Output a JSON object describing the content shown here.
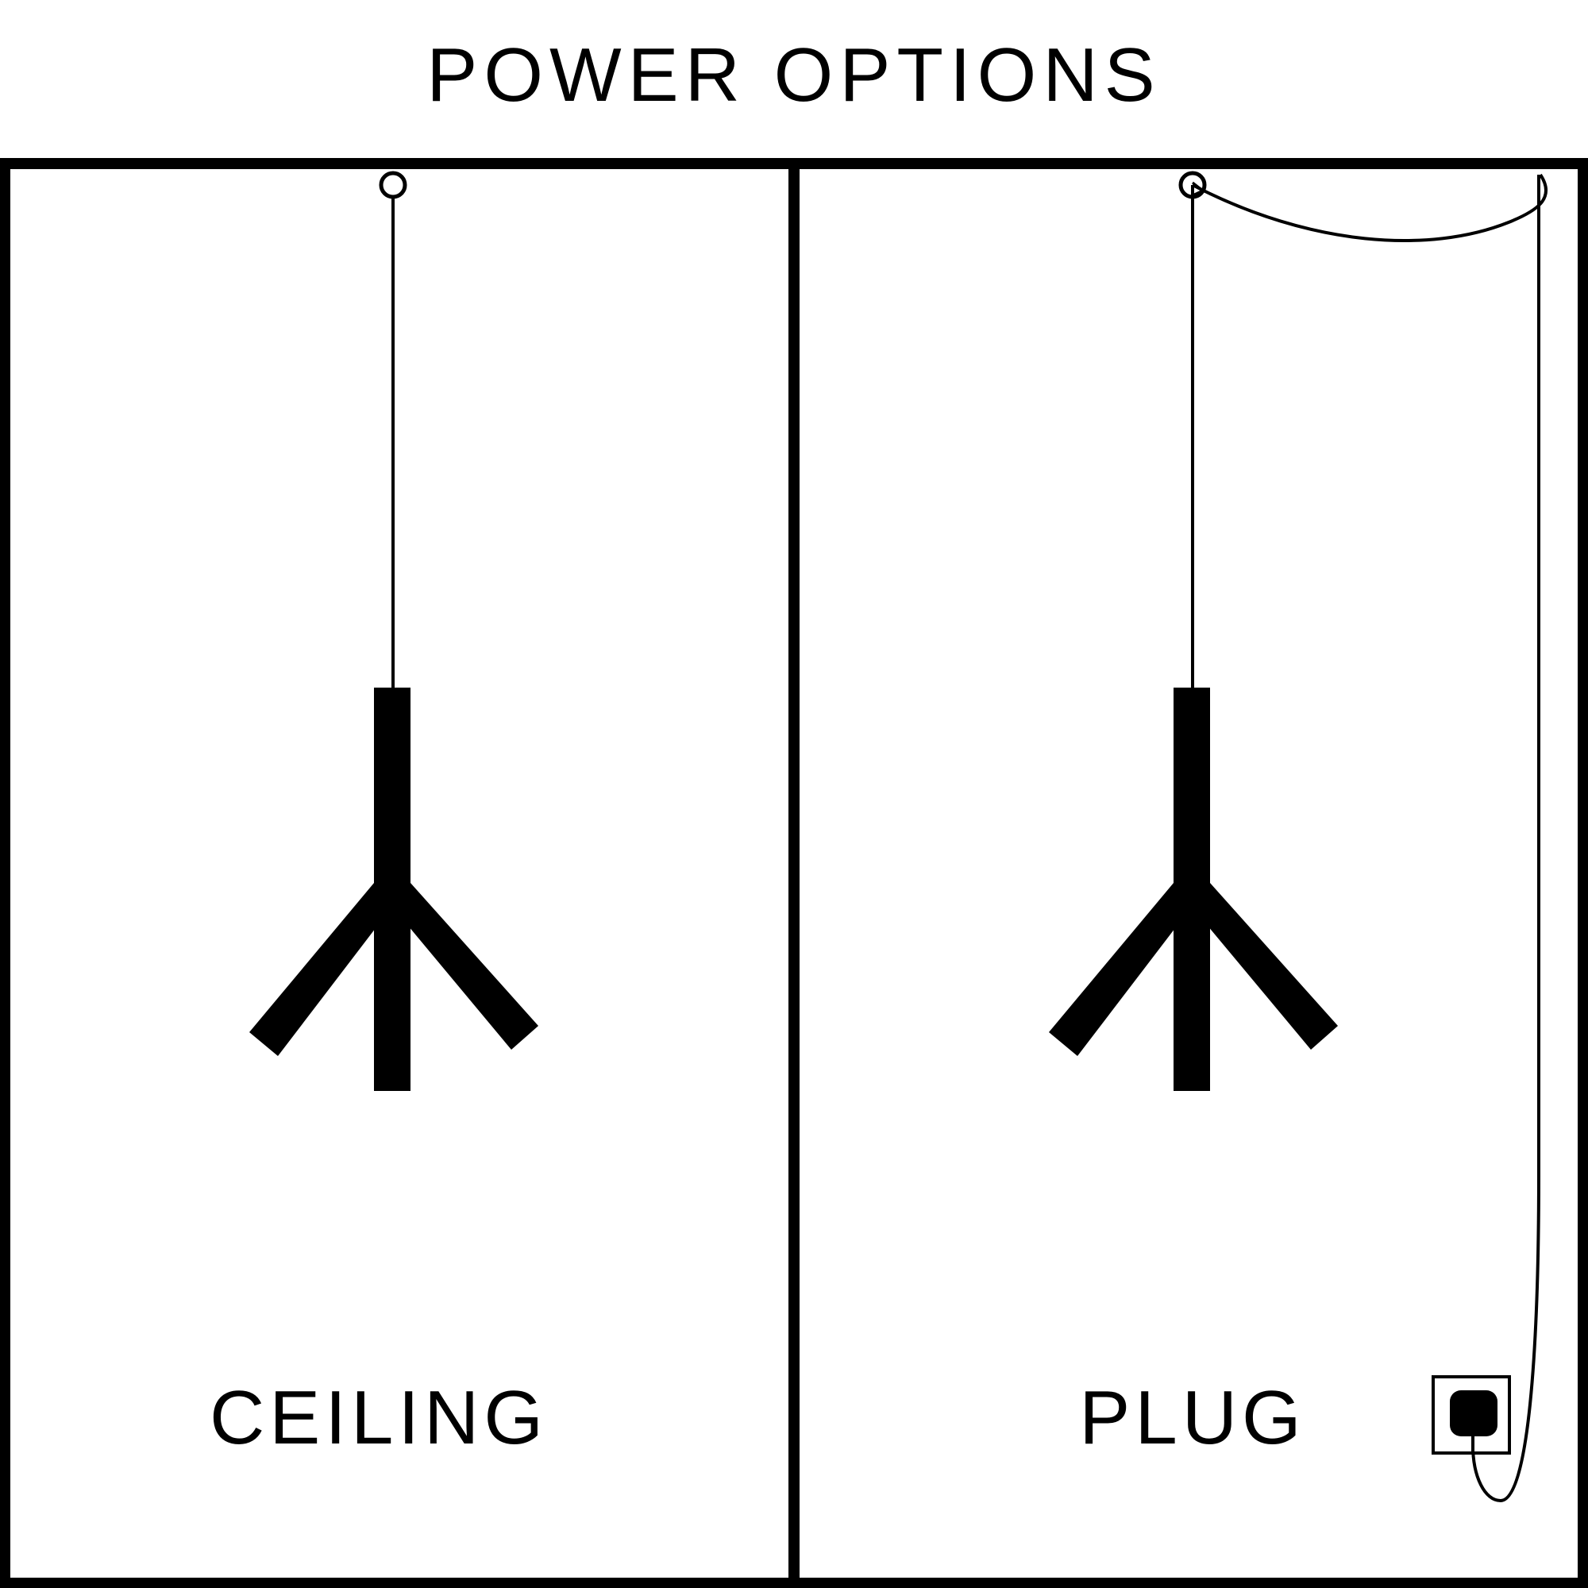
{
  "title": "POWER OPTIONS",
  "panels": [
    {
      "id": "ceiling",
      "label": "CEILING"
    },
    {
      "id": "plug",
      "label": "PLUG"
    }
  ],
  "colors": {
    "ink": "#000000",
    "background": "#ffffff"
  },
  "icons": {
    "fixture": "pendant-light-icon",
    "mount": "ceiling-hook-icon",
    "socket": "wall-socket-icon",
    "cable": "power-cable-icon"
  }
}
